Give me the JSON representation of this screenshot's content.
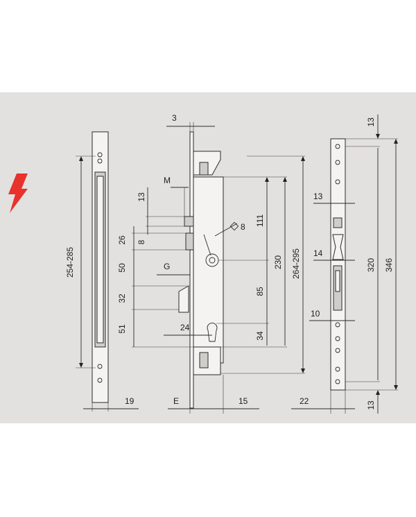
{
  "icons": {
    "warning": "lightning-bolt-icon",
    "warning_color": "#e8322c"
  },
  "colors": {
    "sheet": "#e3e1df",
    "line": "#2a2a2a"
  },
  "left_view": {
    "height_range": "254-285",
    "width": "19"
  },
  "center_view": {
    "faceplate_thickness": "3",
    "label_m": "M",
    "label_g": "G",
    "label_e": "E",
    "dim_13": "13",
    "dim_26": "26",
    "dim_8": "8",
    "dim_50": "50",
    "dim_32": "32",
    "dim_51": "51",
    "dim_24": "24",
    "spindle_square": "8",
    "dim_111": "111",
    "dim_230": "230",
    "dim_85": "85",
    "dim_34": "34",
    "total_height": "264-295",
    "dim_15": "15"
  },
  "right_view": {
    "top_offset": "13",
    "bottom_offset": "13",
    "dim_13": "13",
    "dim_14": "14",
    "dim_10": "10",
    "dim_320": "320",
    "dim_346": "346",
    "width": "22"
  }
}
